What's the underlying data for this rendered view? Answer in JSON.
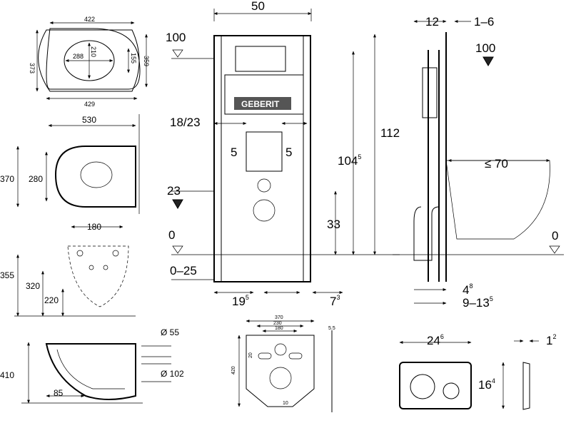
{
  "seat_top": {
    "w_top": "422",
    "h_left": "373",
    "h_right": "359",
    "inner_w": "288",
    "inner_h": "210",
    "inner_right": "155",
    "w_bottom": "429"
  },
  "bowl_top": {
    "length": "530",
    "width": "370",
    "inner": "280"
  },
  "bowl_rear": {
    "spacing": "180",
    "h1": "355",
    "h2": "320",
    "h3": "220"
  },
  "bowl_side": {
    "height": "410",
    "d1": "Ø 55",
    "d2": "Ø 102",
    "offset": "85"
  },
  "frame_front": {
    "width": "50",
    "level_top": "100",
    "height_total": "112",
    "height_fix": "104",
    "height_fix_sup": "5",
    "pipe": "18/23",
    "off_left": "5",
    "off_right": "5",
    "level_pipe": "23",
    "h_pipe": "33",
    "level_floor": "0",
    "floor_range": "0–25",
    "foot_left": "19",
    "foot_left_sup": "5",
    "foot_right": "7",
    "foot_right_sup": "3",
    "brand": "GEBERIT"
  },
  "frame_side": {
    "d1": "12",
    "d2": "1–6",
    "level_top": "100",
    "reach": "≤ 70",
    "level_floor": "0",
    "off1": "4",
    "off1_sup": "8",
    "off2": "9–13",
    "off2_sup": "5"
  },
  "plate": {
    "w": "370",
    "w2": "230",
    "w3": "180",
    "h": "420",
    "hole": "20",
    "small": "10",
    "thick": "5.5"
  },
  "button": {
    "w": "24",
    "w_sup": "6",
    "d": "1",
    "d_sup": "2",
    "h": "16",
    "h_sup": "4"
  }
}
